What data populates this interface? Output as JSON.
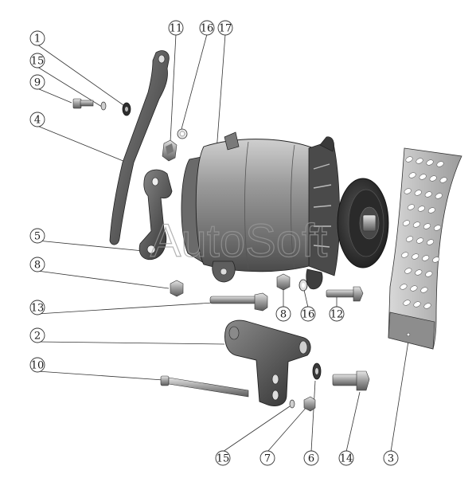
{
  "watermark": "AutoSoft",
  "callouts": [
    {
      "id": "c-1",
      "label": "1"
    },
    {
      "id": "c-15a",
      "label": "15"
    },
    {
      "id": "c-9",
      "label": "9"
    },
    {
      "id": "c-4",
      "label": "4"
    },
    {
      "id": "c-5",
      "label": "5"
    },
    {
      "id": "c-8a",
      "label": "8"
    },
    {
      "id": "c-13",
      "label": "13"
    },
    {
      "id": "c-2",
      "label": "2"
    },
    {
      "id": "c-10",
      "label": "10"
    },
    {
      "id": "c-11",
      "label": "11"
    },
    {
      "id": "c-16a",
      "label": "16"
    },
    {
      "id": "c-17",
      "label": "17"
    },
    {
      "id": "c-8b",
      "label": "8"
    },
    {
      "id": "c-16b",
      "label": "16"
    },
    {
      "id": "c-12",
      "label": "12"
    },
    {
      "id": "c-15b",
      "label": "15"
    },
    {
      "id": "c-7",
      "label": "7"
    },
    {
      "id": "c-6",
      "label": "6"
    },
    {
      "id": "c-14",
      "label": "14"
    },
    {
      "id": "c-3",
      "label": "3"
    }
  ]
}
